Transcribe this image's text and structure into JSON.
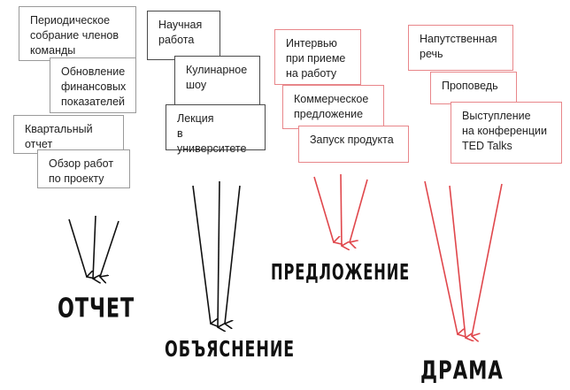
{
  "groups": [
    {
      "label": "ОТЧЕТ",
      "color": "#111111",
      "cards": [
        "Периодическое\nсобрание членов\nкоманды",
        "Обновление\nфинансовых\nпоказателей",
        "Квартальный\nотчет",
        "Обзор работ\nпо проекту"
      ]
    },
    {
      "label": "ОБЪЯСНЕНИЕ",
      "color": "#111111",
      "cards": [
        "Научная\nработа",
        "Кулинарное\nшоу",
        "Лекция\nв университете"
      ]
    },
    {
      "label": "ПРЕДЛОЖЕНИЕ",
      "color": "#e0474c",
      "cards": [
        "Интервью\nпри приеме\nна работу",
        "Коммерческое\nпредложение",
        "Запуск продукта"
      ]
    },
    {
      "label": "ДРАМА",
      "color": "#e0474c",
      "cards": [
        "Напутственная\nречь",
        "Проповедь",
        "Выступление\nна конференции\nTED Talks"
      ]
    }
  ]
}
